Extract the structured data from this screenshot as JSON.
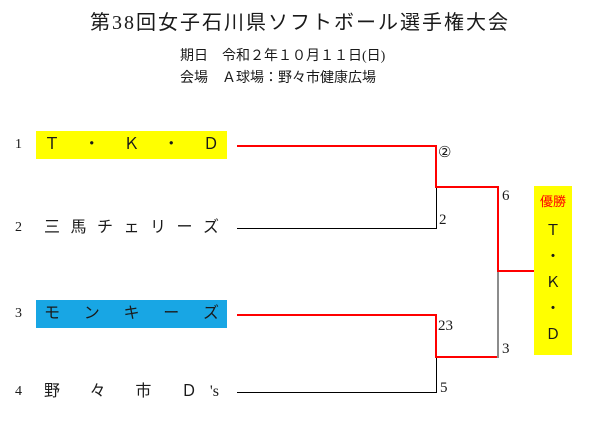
{
  "header": {
    "title": "第38回女子石川県ソフトボール選手権大会",
    "date_label": "期日",
    "date_value": "令和２年１０月１１日(日)",
    "venue_label": "会場",
    "venue_value": "Ａ球場：野々市健康広場"
  },
  "bracket": {
    "teams": [
      {
        "seed": "1",
        "name": "Ｔ ・ Ｋ ・ Ｄ",
        "highlight": "#ffff00"
      },
      {
        "seed": "2",
        "name": "三 馬 チ ェ リ ー ズ",
        "highlight": null
      },
      {
        "seed": "3",
        "name": "モ ン キ ー ズ",
        "highlight": "#18a6e4"
      },
      {
        "seed": "4",
        "name": "野 々 市 Ｄ's",
        "highlight": null
      }
    ],
    "labels": {
      "sf1_match_no": "②",
      "sf1_bottom_score": "2",
      "sf2_top_score": "23",
      "sf2_bottom_score": "5",
      "final_top_score": "6",
      "final_bottom_score": "3"
    }
  },
  "champion": {
    "label": "優勝",
    "chars": [
      "Ｔ",
      "・",
      "Ｋ",
      "・",
      "Ｄ"
    ]
  },
  "colors": {
    "winner_line": "#ff0000",
    "default_line": "#000000",
    "final_runnerup_line": "#8c8c8c",
    "highlight_yellow": "#ffff00",
    "highlight_blue": "#18a6e4",
    "champion_label_red": "#ff0000"
  }
}
